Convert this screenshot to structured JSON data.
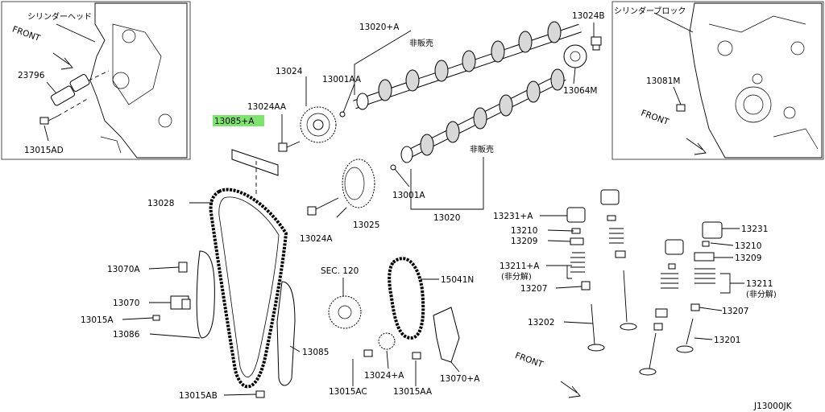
{
  "diagram_code": "J13000JK",
  "insets": {
    "left": {
      "label_jp": "シリンダーヘッド",
      "front": "FRONT",
      "parts": [
        "23796",
        "13015AD"
      ]
    },
    "right": {
      "label_jp": "シリンダーブロック",
      "front": "FRONT",
      "parts": [
        "13081M"
      ]
    }
  },
  "front_main": "FRONT",
  "highlighted_part": "13085+A",
  "parts": {
    "p13020A": "13020+A",
    "p13024B": "13024B",
    "p13024": "13024",
    "p13001AA": "13001AA",
    "p13064M": "13064M",
    "p13024AA": "13024AA",
    "p13085A": "13085+A",
    "p13001A": "13001A",
    "p13020": "13020",
    "p13028": "13028",
    "p13025": "13025",
    "p13024A": "13024A",
    "p13070A": "13070A",
    "p13070": "13070",
    "p13015A": "13015A",
    "p13086": "13086",
    "sec120": "SEC. 120",
    "p15041N": "15041N",
    "p13085": "13085",
    "p13024A2": "13024+A",
    "p13015AC": "13015AC",
    "p13015AA": "13015AA",
    "p13070A2": "13070+A",
    "p13015AB": "13015AB",
    "p13231A": "13231+A",
    "p13210a": "13210",
    "p13209a": "13209",
    "p13211A": "13211+A",
    "p13207a": "13207",
    "p13202": "13202",
    "p13231": "13231",
    "p13210b": "13210",
    "p13209b": "13209",
    "p13211": "13211",
    "p13207b": "13207",
    "p13201": "13201"
  },
  "notes_jp": {
    "hanbai1": "非販売",
    "hanbai2": "非販売",
    "hibunkai1": "(非分解)",
    "hibunkai2": "(非分解)"
  }
}
